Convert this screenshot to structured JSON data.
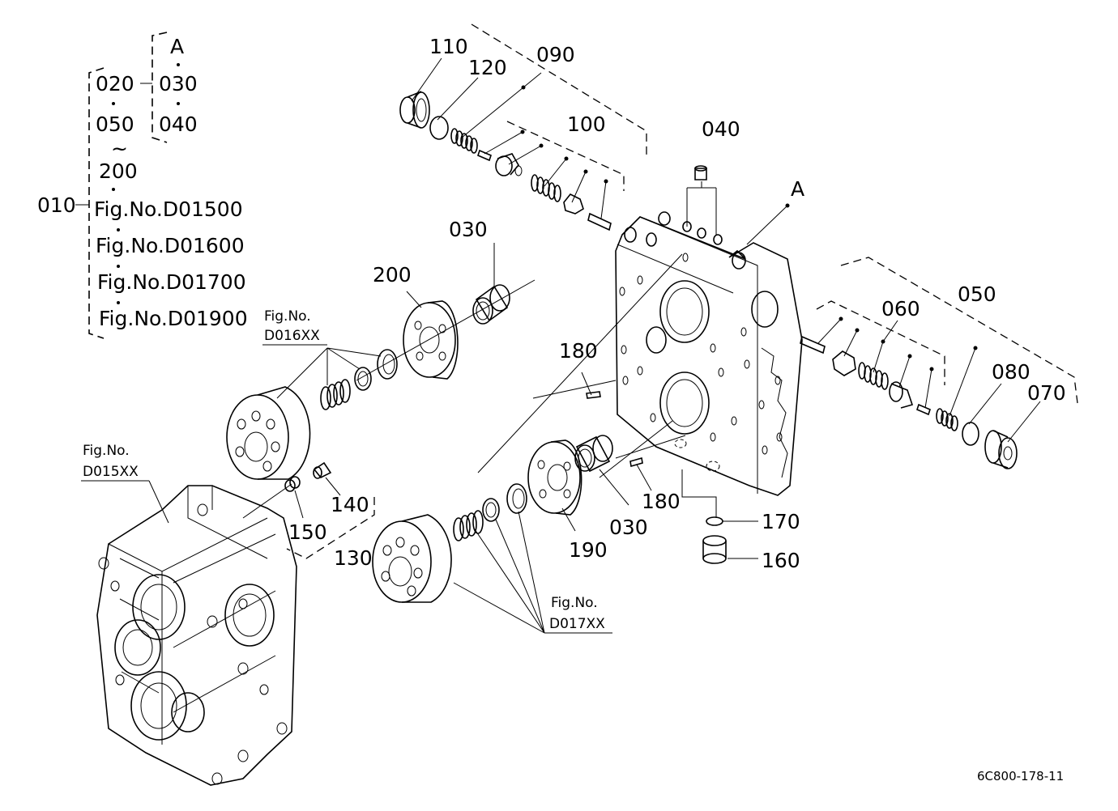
{
  "legend": {
    "group_a": [
      "A",
      "030",
      "040"
    ],
    "group_main": [
      "020",
      "050",
      "~",
      "200",
      "Fig.No.D01500",
      "Fig.No.D01600",
      "Fig.No.D01700",
      "Fig.No.D01900"
    ],
    "assembly": "010"
  },
  "labels": {
    "p110": "110",
    "p120": "120",
    "p090": "090",
    "p100": "100",
    "p040": "040",
    "pA": "A",
    "p030_top": "030",
    "p200": "200",
    "p180_top": "180",
    "p050": "050",
    "p060": "060",
    "p080": "080",
    "p070": "070",
    "p140": "140",
    "p150": "150",
    "p130": "130",
    "p190": "190",
    "p030_bottom": "030",
    "p180_bottom": "180",
    "p170": "170",
    "p160": "160"
  },
  "refs": {
    "d016_title": "Fig.No.",
    "d016_code": "D016XX",
    "d015_title": "Fig.No.",
    "d015_code": "D015XX",
    "d017_title": "Fig.No.",
    "d017_code": "D017XX"
  },
  "drawing_code": "6C800-178-11"
}
